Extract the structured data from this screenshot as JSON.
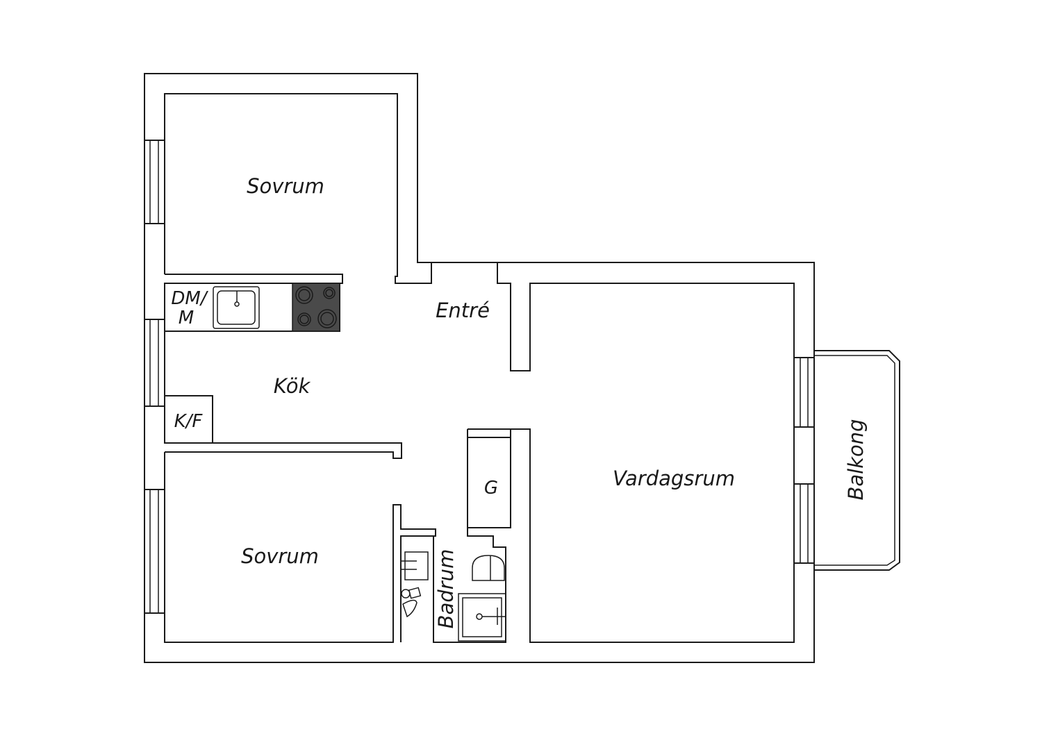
{
  "rooms": {
    "bedroom_top": "Sovrum",
    "bedroom_bottom": "Sovrum",
    "entry": "Entré",
    "kitchen": "Kök",
    "living": "Vardagsrum",
    "bathroom": "Badrum",
    "balcony": "Balkong"
  },
  "fixtures": {
    "dishwasher_line1": "DM/",
    "dishwasher_line2": "M",
    "fridge": "K/F",
    "wardrobe": "G"
  },
  "colors": {
    "line": "#1a1a1a",
    "hob": "#4a4a4a",
    "background": "#ffffff"
  }
}
